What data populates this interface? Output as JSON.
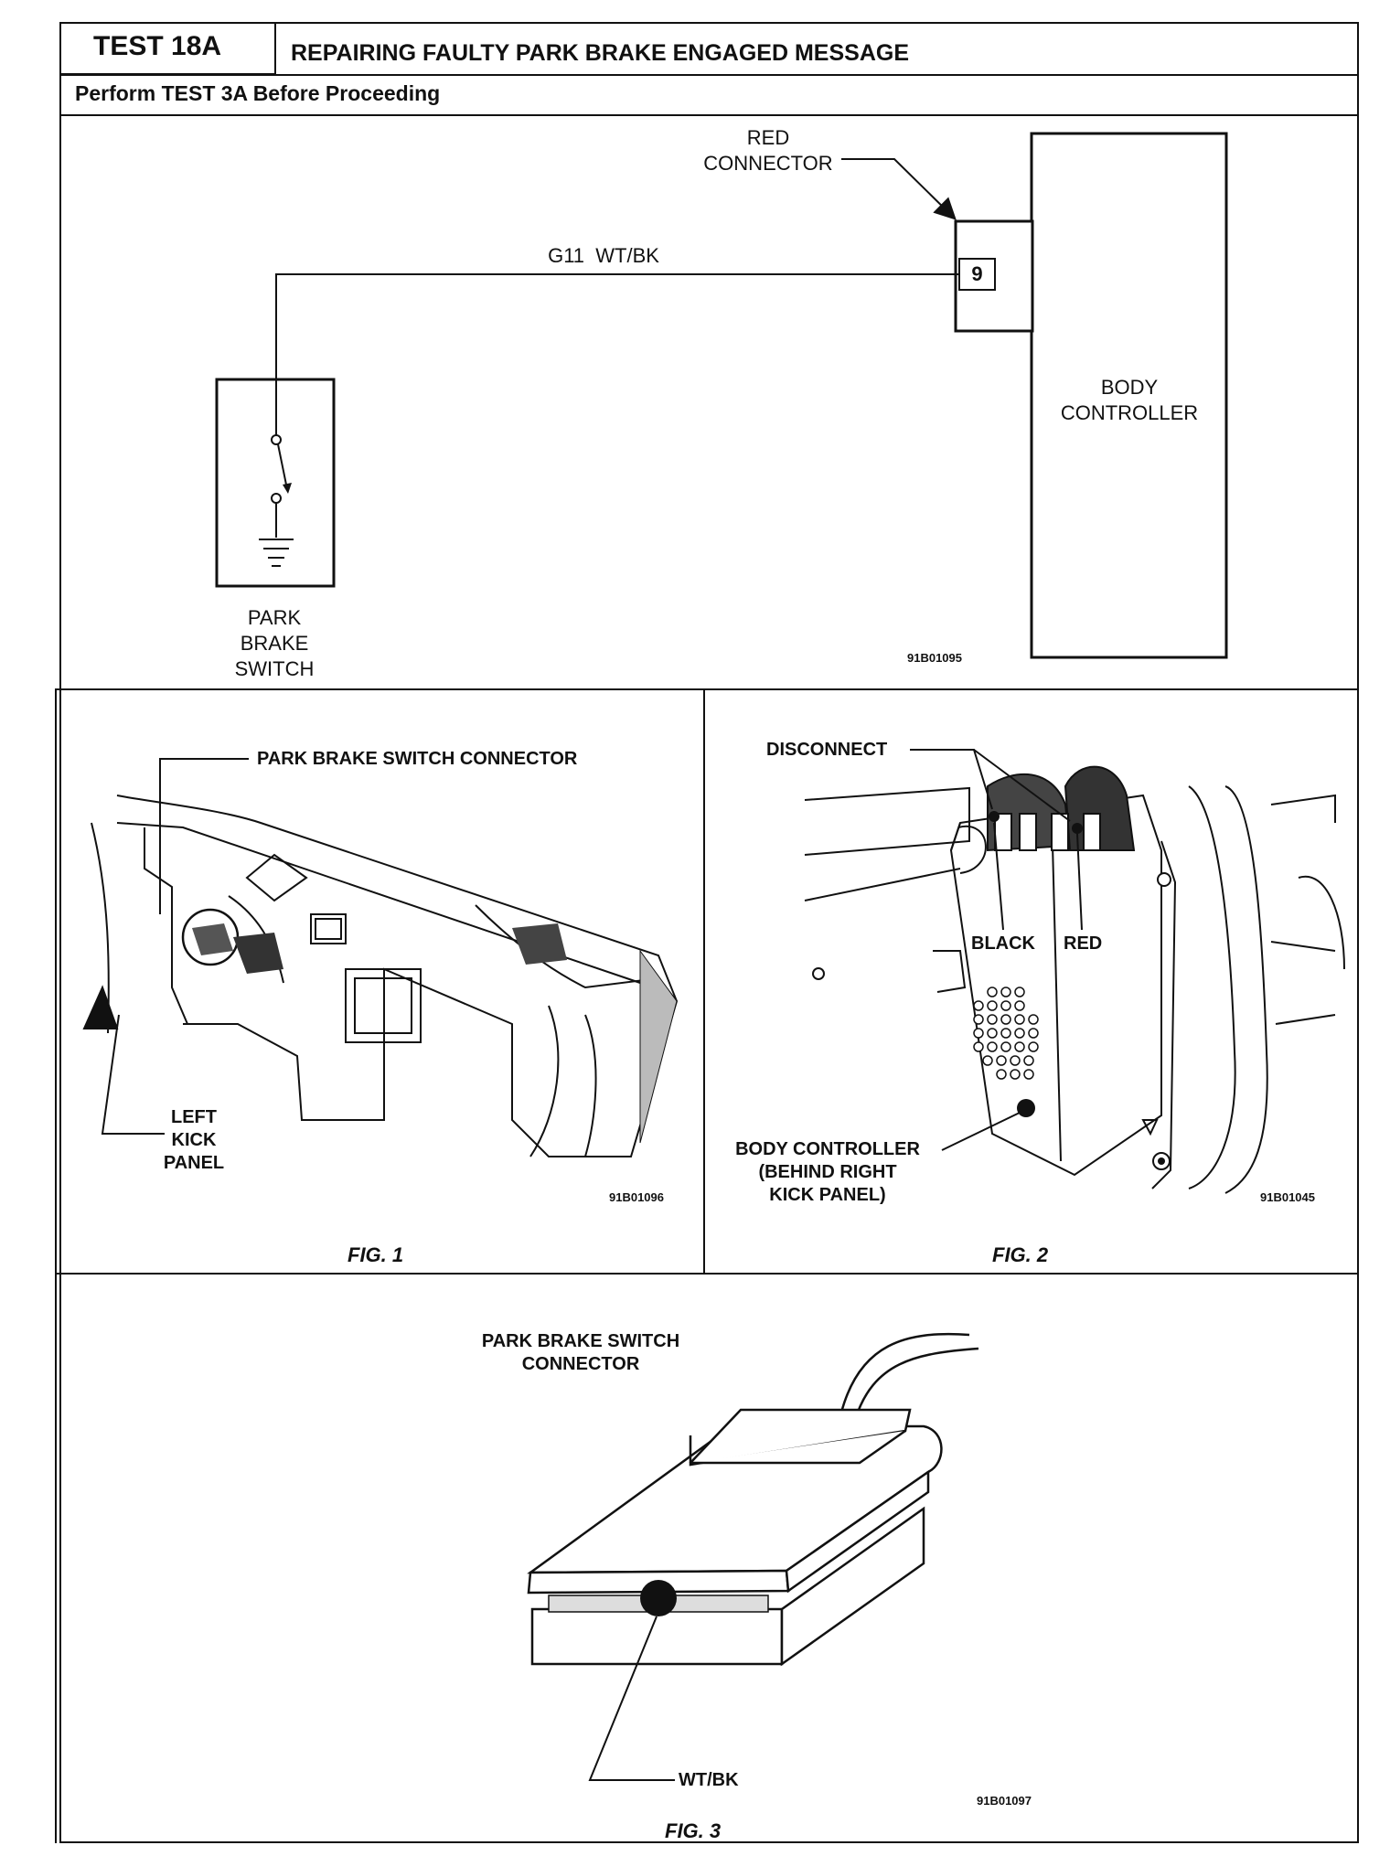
{
  "header": {
    "test_id": "TEST 18A",
    "title": "REPAIRING FAULTY PARK BRAKE ENGAGED MESSAGE",
    "prerequisite": "Perform TEST 3A Before Proceeding"
  },
  "schematic": {
    "connector_label_line1": "RED",
    "connector_label_line2": "CONNECTOR",
    "wire_label": "G11  WT/BK",
    "pin_number": "9",
    "controller_line1": "BODY",
    "controller_line2": "CONTROLLER",
    "switch_line1": "PARK",
    "switch_line2": "BRAKE",
    "switch_line3": "SWITCH",
    "code": "91B01095"
  },
  "fig1": {
    "connector_label": "PARK BRAKE SWITCH CONNECTOR",
    "panel_line1": "LEFT",
    "panel_line2": "KICK",
    "panel_line3": "PANEL",
    "code": "91B01096",
    "caption": "FIG. 1"
  },
  "fig2": {
    "disconnect_label": "DISCONNECT",
    "black_label": "BLACK",
    "red_label": "RED",
    "controller_line1": "BODY CONTROLLER",
    "controller_line2": "(BEHIND RIGHT",
    "controller_line3": "KICK PANEL)",
    "code": "91B01045",
    "caption": "FIG. 2"
  },
  "fig3": {
    "connector_line1": "PARK BRAKE SWITCH",
    "connector_line2": "CONNECTOR",
    "wire_label": "WT/BK",
    "code": "91B01097",
    "caption": "FIG. 3"
  }
}
